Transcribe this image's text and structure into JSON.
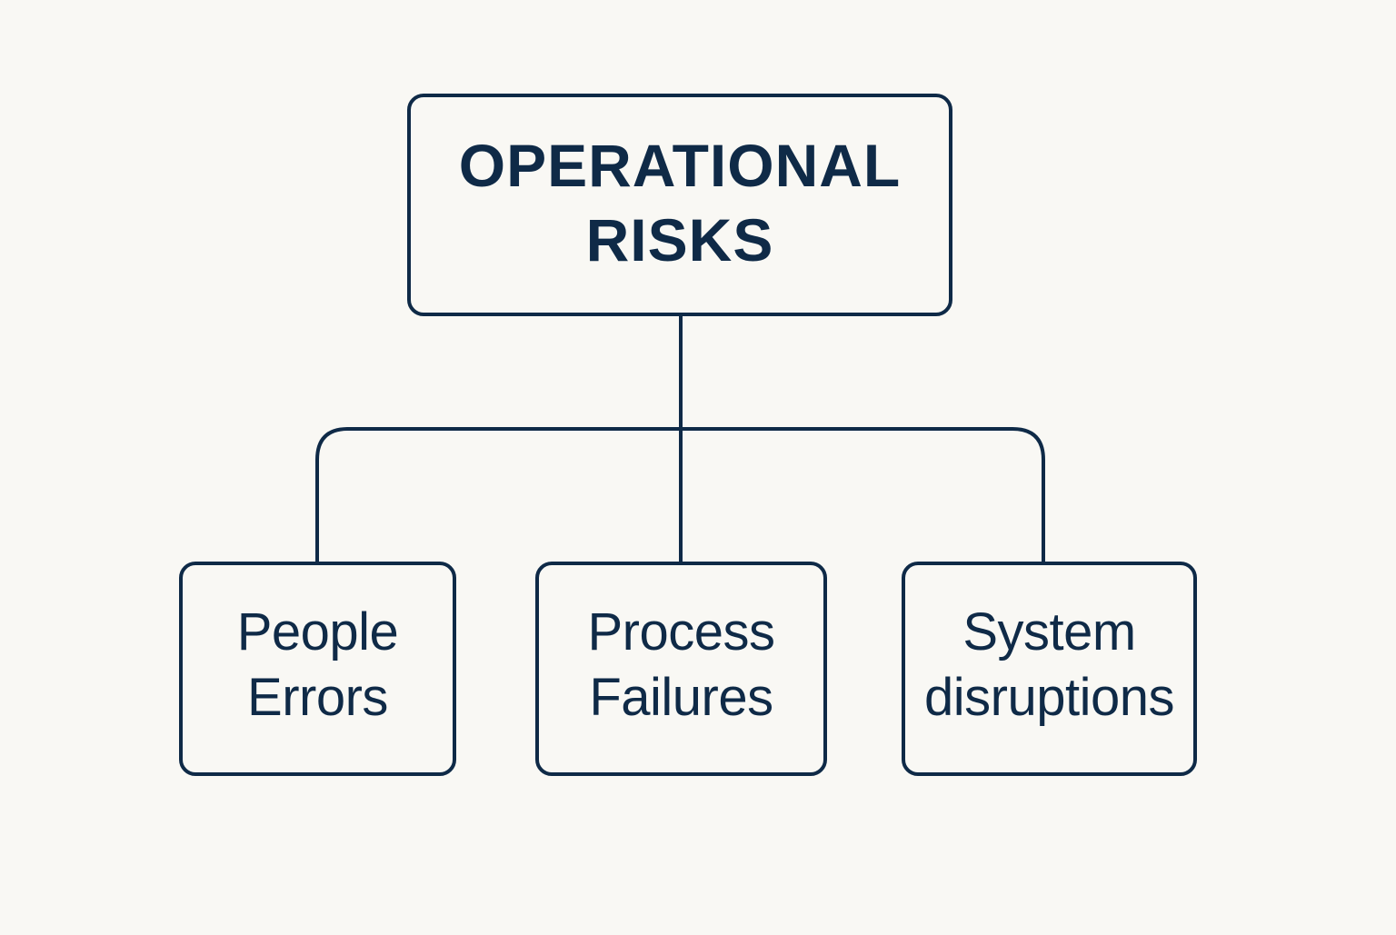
{
  "diagram": {
    "root": {
      "line1": "OPERATIONAL",
      "line2": "RISKS"
    },
    "children": [
      {
        "line1": "People",
        "line2": "Errors"
      },
      {
        "line1": "Process",
        "line2": "Failures"
      },
      {
        "line1": "System",
        "line2": "disruptions"
      }
    ]
  },
  "colors": {
    "background": "#f9f8f4",
    "ink": "#0f2a47"
  }
}
